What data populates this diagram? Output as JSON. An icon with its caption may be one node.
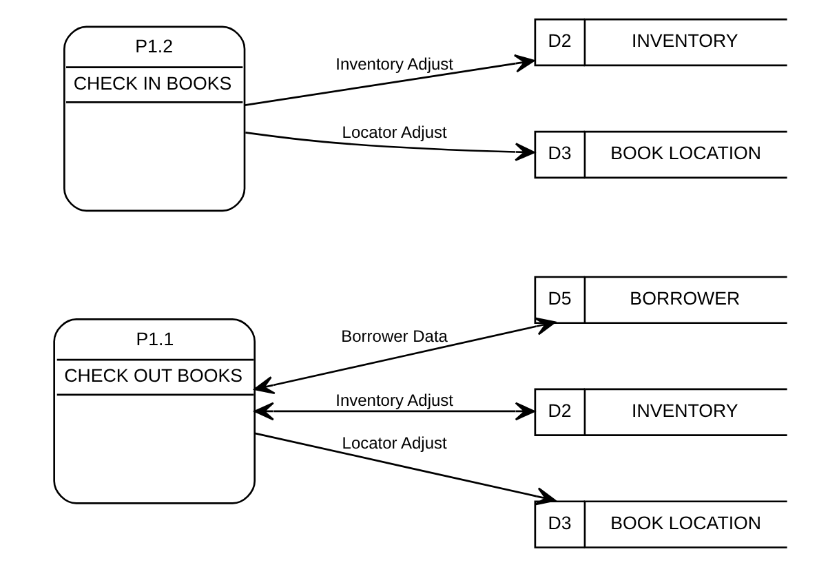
{
  "diagram": {
    "nodes": [
      {
        "text": [
          "D5",
          "BORROWER"
        ]
      },
      {
        "text": [
          "P1.1",
          "CHECK OUT BOOKS"
        ]
      },
      {
        "text": [
          "D2",
          "INVENTORY"
        ]
      },
      {
        "text": [
          "D3",
          "BOOK LOCATION"
        ]
      },
      {
        "text": [
          "P1.2",
          "CHECK IN BOOKS"
        ]
      },
      {
        "text": [
          "D2",
          "INVENTORY"
        ]
      },
      {
        "text": [
          "D3",
          "BOOK LOCATION"
        ]
      }
    ],
    "edges": [
      {
        "from": 1,
        "to": 0,
        "arrow": "both",
        "label": "Borrower Data"
      },
      {
        "from": 1,
        "to": 2,
        "arrow": "both",
        "label": "Inventory Adjust"
      },
      {
        "from": 1,
        "to": 3,
        "arrow": "to",
        "label": "Locator Adjust"
      },
      {
        "from": 4,
        "to": 5,
        "arrow": "to",
        "label": "Inventory Adjust"
      },
      {
        "from": 4,
        "to": 6,
        "arrow": "to",
        "label": "Locator Adjust"
      }
    ]
  }
}
